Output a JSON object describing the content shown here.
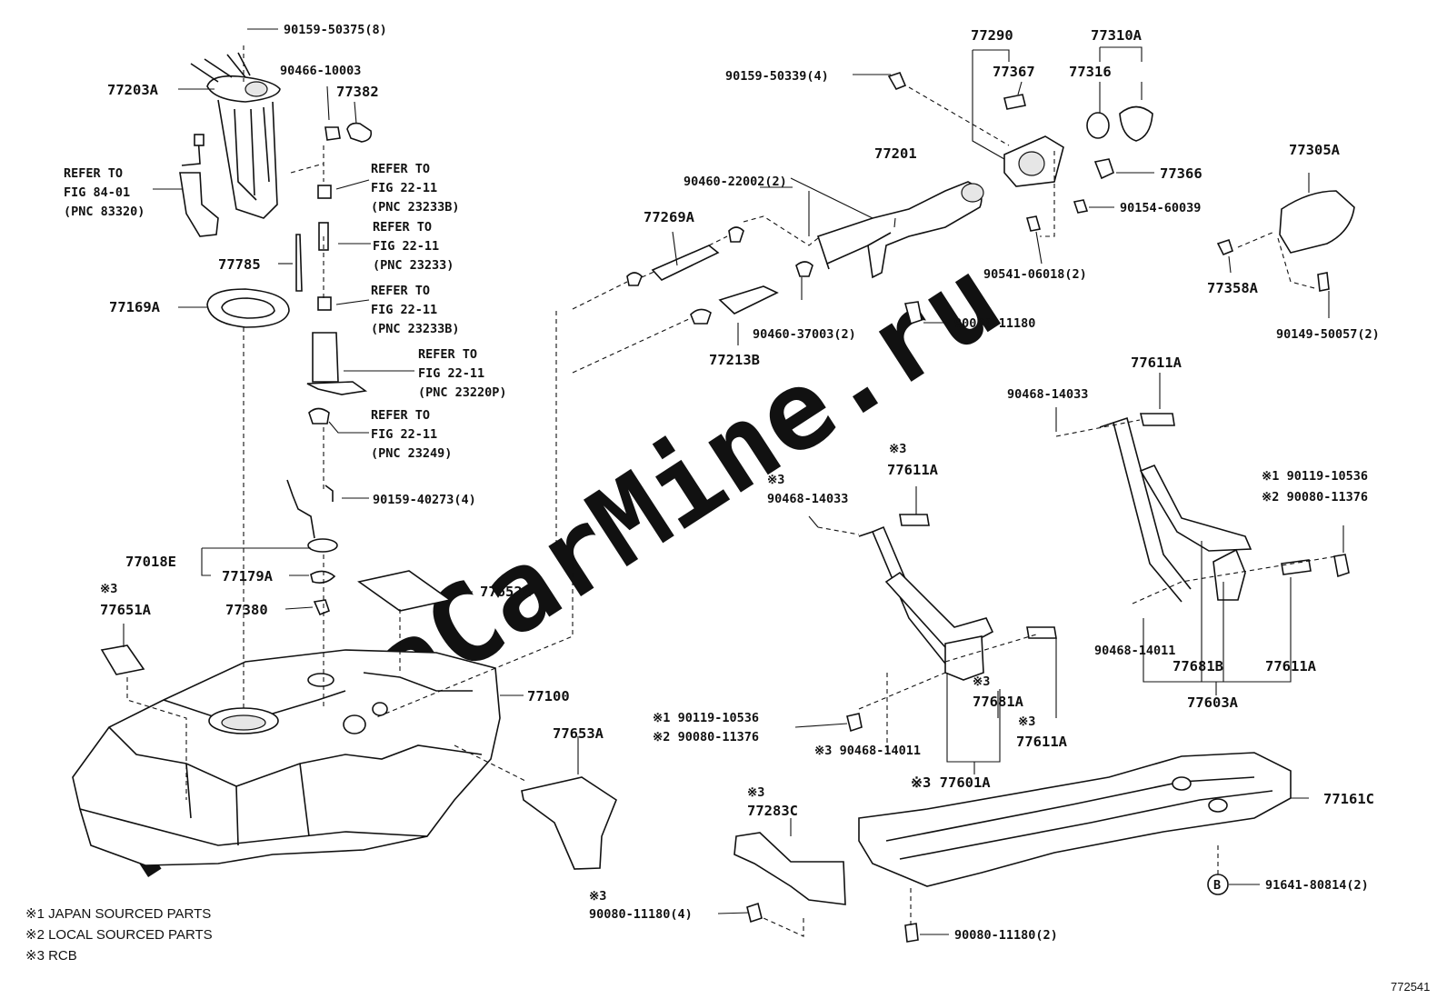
{
  "watermark": "ToyotaCarMine.ru",
  "diagram_id": "772541",
  "legend": [
    "※1 JAPAN SOURCED PARTS",
    "※2 LOCAL SOURCED PARTS",
    "※3 RCB"
  ],
  "labels": {
    "p90159_50375": "90159-50375(8)",
    "p77203A": "77203A",
    "p90466_10003": "90466-10003",
    "p77382": "77382",
    "refer84_1": "REFER TO",
    "refer84_2": "FIG 84-01",
    "refer84_3": "(PNC 83320)",
    "refer_b1_1": "REFER TO",
    "refer_b1_2": "FIG 22-11",
    "refer_b1_3": "(PNC 23233B)",
    "refer_b2_1": "REFER TO",
    "refer_b2_2": "FIG 22-11",
    "refer_b2_3": "(PNC 23233)",
    "refer_b3_1": "REFER TO",
    "refer_b3_2": "FIG 22-11",
    "refer_b3_3": "(PNC 23233B)",
    "refer_p_1": "REFER TO",
    "refer_p_2": "FIG 22-11",
    "refer_p_3": "(PNC 23220P)",
    "refer_c_1": "REFER TO",
    "refer_c_2": "FIG 22-11",
    "refer_c_3": "(PNC 23249)",
    "p77785": "77785",
    "p77169A": "77169A",
    "p90159_40273": "90159-40273(4)",
    "p77018E": "77018E",
    "p77179A": "77179A",
    "p77380": "77380",
    "p77652A": "77652A",
    "p77651A_mark": "※3",
    "p77651A": "77651A",
    "p77100": "77100",
    "p77653A": "77653A",
    "p90159_50339": "90159-50339(4)",
    "p77290": "77290",
    "p77367": "77367",
    "p77310A": "77310A",
    "p77316": "77316",
    "p77366": "77366",
    "p90154_60039": "90154-60039",
    "p90541_06018": "90541-06018(2)",
    "p77201": "77201",
    "p90460_22002": "90460-22002(2)",
    "p77269A": "77269A",
    "p90460_37003": "90460-37003(2)",
    "p77213B": "77213B",
    "p90080_11180_a": "90080-11180",
    "p77305A": "77305A",
    "p77358A": "77358A",
    "p90149_50057": "90149-50057(2)",
    "p77611A_top": "77611A",
    "p90468_14033_r": "90468-14033",
    "p90119_10536_r": "※1 90119-10536",
    "p90080_11376_r": "※2 90080-11376",
    "p90468_14011_r": "90468-14011",
    "p77681B": "77681B",
    "p77611A_r2": "77611A",
    "p77603A": "77603A",
    "p77611A_mid_mark": "※3",
    "p77611A_mid": "77611A",
    "p90468_14033_m_mark": "※3",
    "p90468_14033_m": "90468-14033",
    "p90119_10536_m": "※1 90119-10536",
    "p90080_11376_m": "※2 90080-11376",
    "p90468_14011_m": "※3 90468-14011",
    "p77681A_mark": "※3",
    "p77681A": "77681A",
    "p77611A_low_mark": "※3",
    "p77611A_low": "77611A",
    "p77601A": "※3 77601A",
    "p77161C": "77161C",
    "p77283C_mark": "※3",
    "p77283C": "77283C",
    "p90080_11180_4_mark": "※3",
    "p90080_11180_4": "90080-11180(4)",
    "p90080_11180_2": "90080-11180(2)",
    "b_circle": "B",
    "p91641_80814": "91641-80814(2)"
  }
}
